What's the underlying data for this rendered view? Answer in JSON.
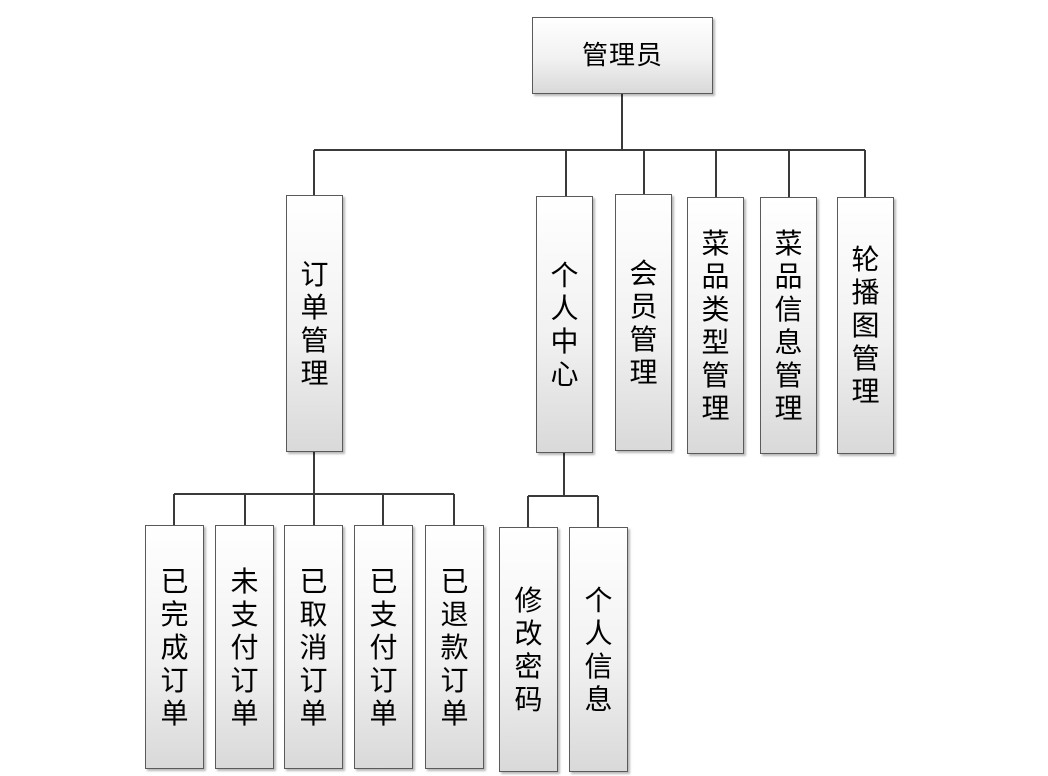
{
  "root": {
    "label": "管理员"
  },
  "level1": [
    {
      "id": "order",
      "label": "订单管理"
    },
    {
      "id": "personal",
      "label": "个人中心"
    },
    {
      "id": "member",
      "label": "会员管理"
    },
    {
      "id": "dish-type",
      "label": "菜品类型管理"
    },
    {
      "id": "dish-info",
      "label": "菜品信息管理"
    },
    {
      "id": "carousel",
      "label": "轮播图管理"
    }
  ],
  "order_children": [
    {
      "label": "已完成订单"
    },
    {
      "label": "未支付订单"
    },
    {
      "label": "已取消订单"
    },
    {
      "label": "已支付订单"
    },
    {
      "label": "已退款订单"
    }
  ],
  "personal_children": [
    {
      "label": "修改密码"
    },
    {
      "label": "个人信息"
    }
  ],
  "colors": {
    "line": "#3a3a3a",
    "border": "#5a5a5a",
    "box_top": "#ffffff",
    "box_bottom": "#d9d9d9"
  }
}
